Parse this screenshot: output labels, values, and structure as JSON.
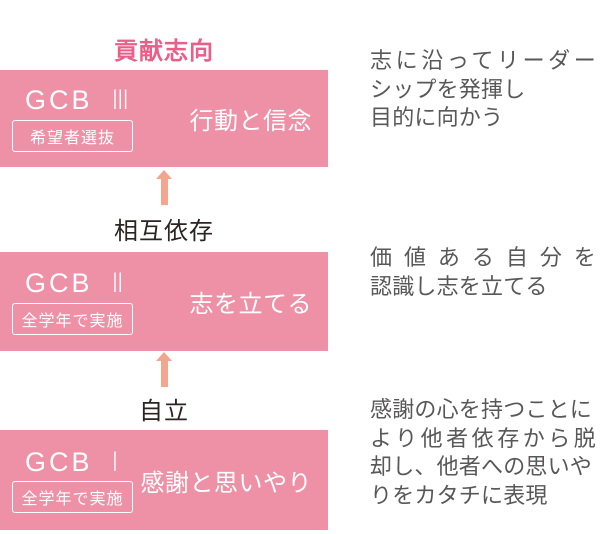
{
  "title": "貢献志向",
  "levels": [
    {
      "name": "GCB Ⅲ",
      "badge": "希望者選抜",
      "theme": "行動と信念",
      "description_lines": [
        "志に沿ってリーダー",
        "シップを発揮し",
        "目的に向かう"
      ]
    },
    {
      "name": "GCB Ⅱ",
      "badge": "全学年で実施",
      "theme": "志を立てる",
      "description_lines": [
        "価値ある自分を",
        "認識し志を立てる"
      ]
    },
    {
      "name": "GCB Ⅰ",
      "badge": "全学年で実施",
      "theme": "感謝と思いやり",
      "description_lines": [
        "感謝の心を持つことに",
        "より他者依存から脱",
        "却し、他者への思いや",
        "りをカタチに表現"
      ]
    }
  ],
  "connectors": [
    {
      "label": "相互依存"
    },
    {
      "label": "自立"
    }
  ],
  "colors": {
    "box_pink": "#ee91a7",
    "title_pink": "#e8608a",
    "arrow_salmon": "#f2a68f",
    "label_black": "#2b2421",
    "description_gray": "#595757"
  }
}
